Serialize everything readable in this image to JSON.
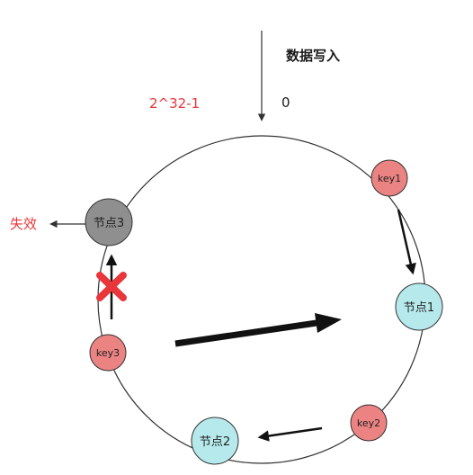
{
  "labels": {
    "write_data": "数据写入",
    "max_hash": "2^32-1",
    "zero": "0",
    "failed": "失效"
  },
  "nodes": {
    "node1": {
      "label": "节点1",
      "color": "#b6e9ec"
    },
    "node2": {
      "label": "节点2",
      "color": "#b6e9ec"
    },
    "node3": {
      "label": "节点3",
      "color": "#8f8f8f",
      "status": "失效"
    }
  },
  "keys": {
    "key1": {
      "label": "key1",
      "color": "#ec8383"
    },
    "key2": {
      "label": "key2",
      "color": "#ec8383"
    },
    "key3": {
      "label": "key3",
      "color": "#ec8383"
    }
  },
  "colors": {
    "ring": "#333333",
    "arrow": "#111111",
    "cross": "#e8363a",
    "accent_red": "#e8363a"
  },
  "icons": {
    "blocked": "cross-mark-icon"
  }
}
